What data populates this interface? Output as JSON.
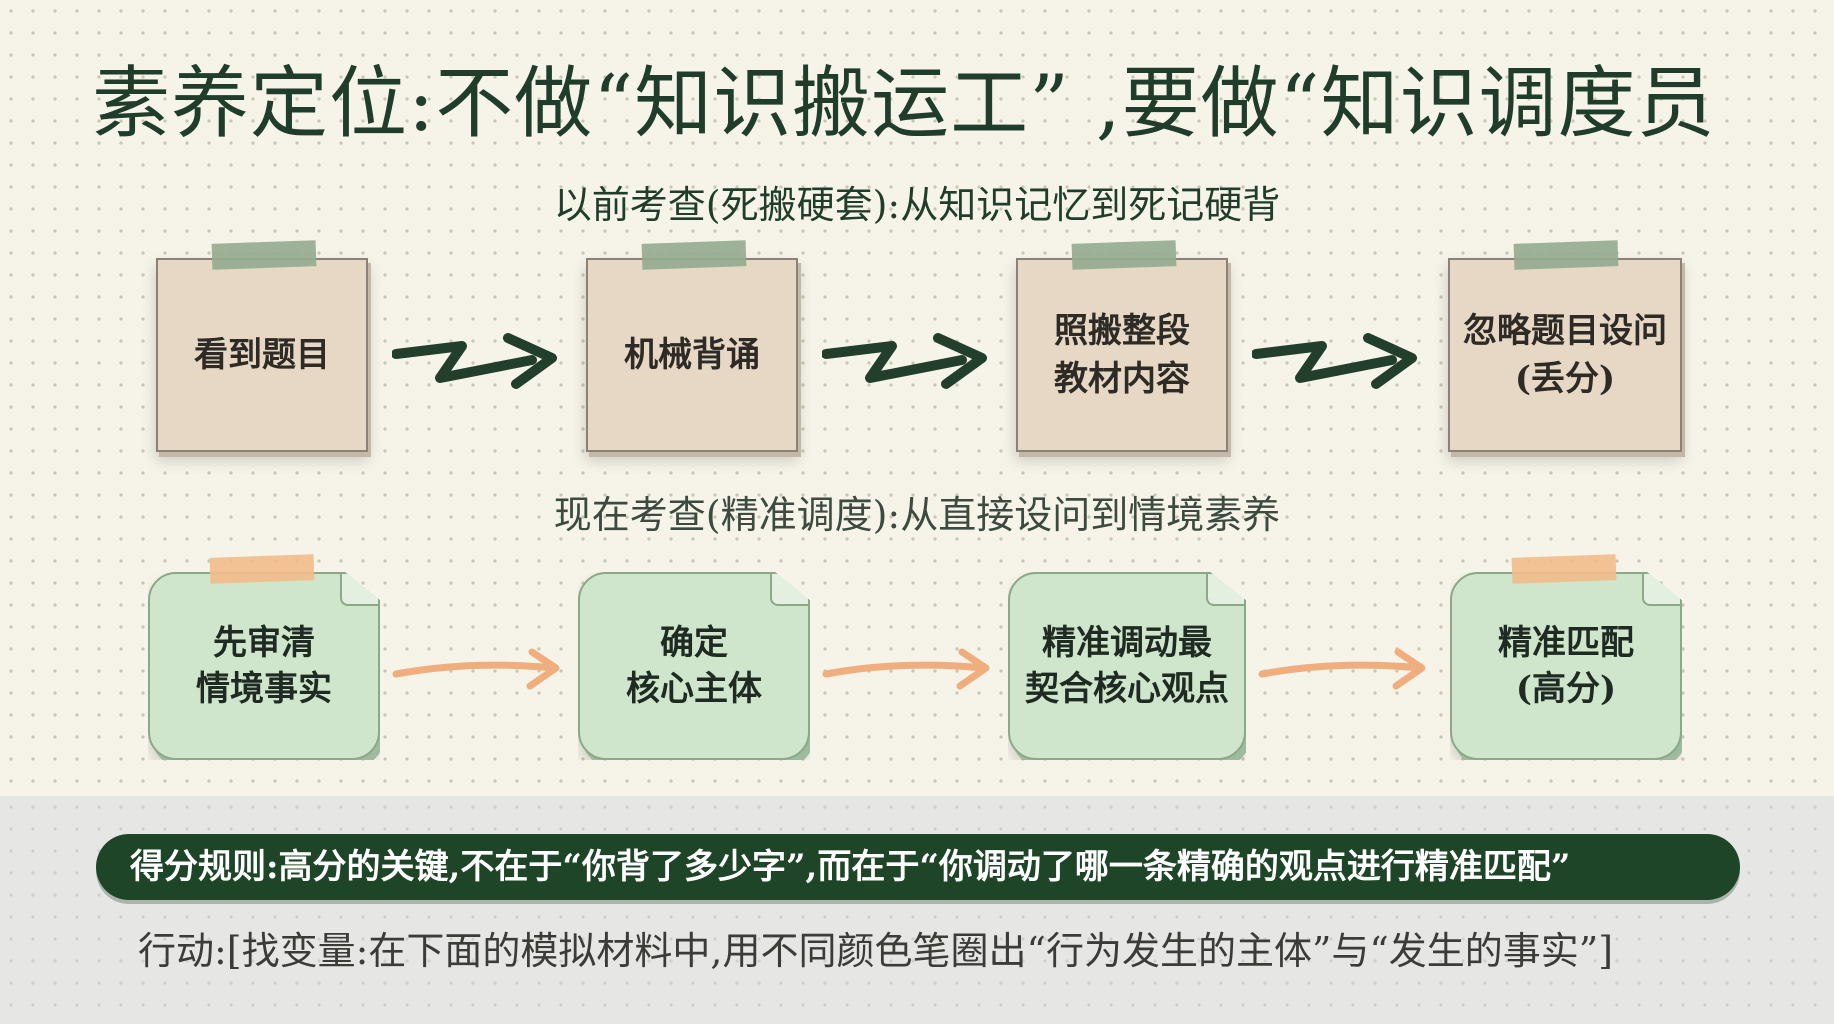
{
  "title": "素养定位:不做“知识搬运工” ,要做“知识调度员",
  "before": {
    "heading": "以前考查(死搬硬套):从知识记忆到死记硬背",
    "steps": [
      "看到题目",
      "机械背诵",
      "照搬整段\n教材内容",
      "忽略题目设问\n(丢分)"
    ]
  },
  "now": {
    "heading": "现在考查(精准调度):从直接设问到情境素养",
    "steps": [
      "先审清\n情境事实",
      "确定\n核心主体",
      "精准调动最\n契合核心观点",
      "精准匹配\n(高分)"
    ]
  },
  "rule": "得分规则:高分的关键,不在于“你背了多少字”,而在于“你调动了哪一条精确的观点进行精准匹配”",
  "action": "行动:[找变量:在下面的模拟材料中,用不同颜色笔圈出“行为发生的主体”与“发生的事实”]",
  "colors": {
    "title": "#1f3d2a",
    "paper_note": "#e6d8c5",
    "green_note": "#cfe6cc",
    "zigzag_arrow": "#213f2a",
    "soft_arrow": "#f0ad7e",
    "rule_bar": "#1f4529"
  },
  "icons": [
    "zigzag-arrow-icon",
    "curved-arrow-icon",
    "tape-strip-icon"
  ]
}
